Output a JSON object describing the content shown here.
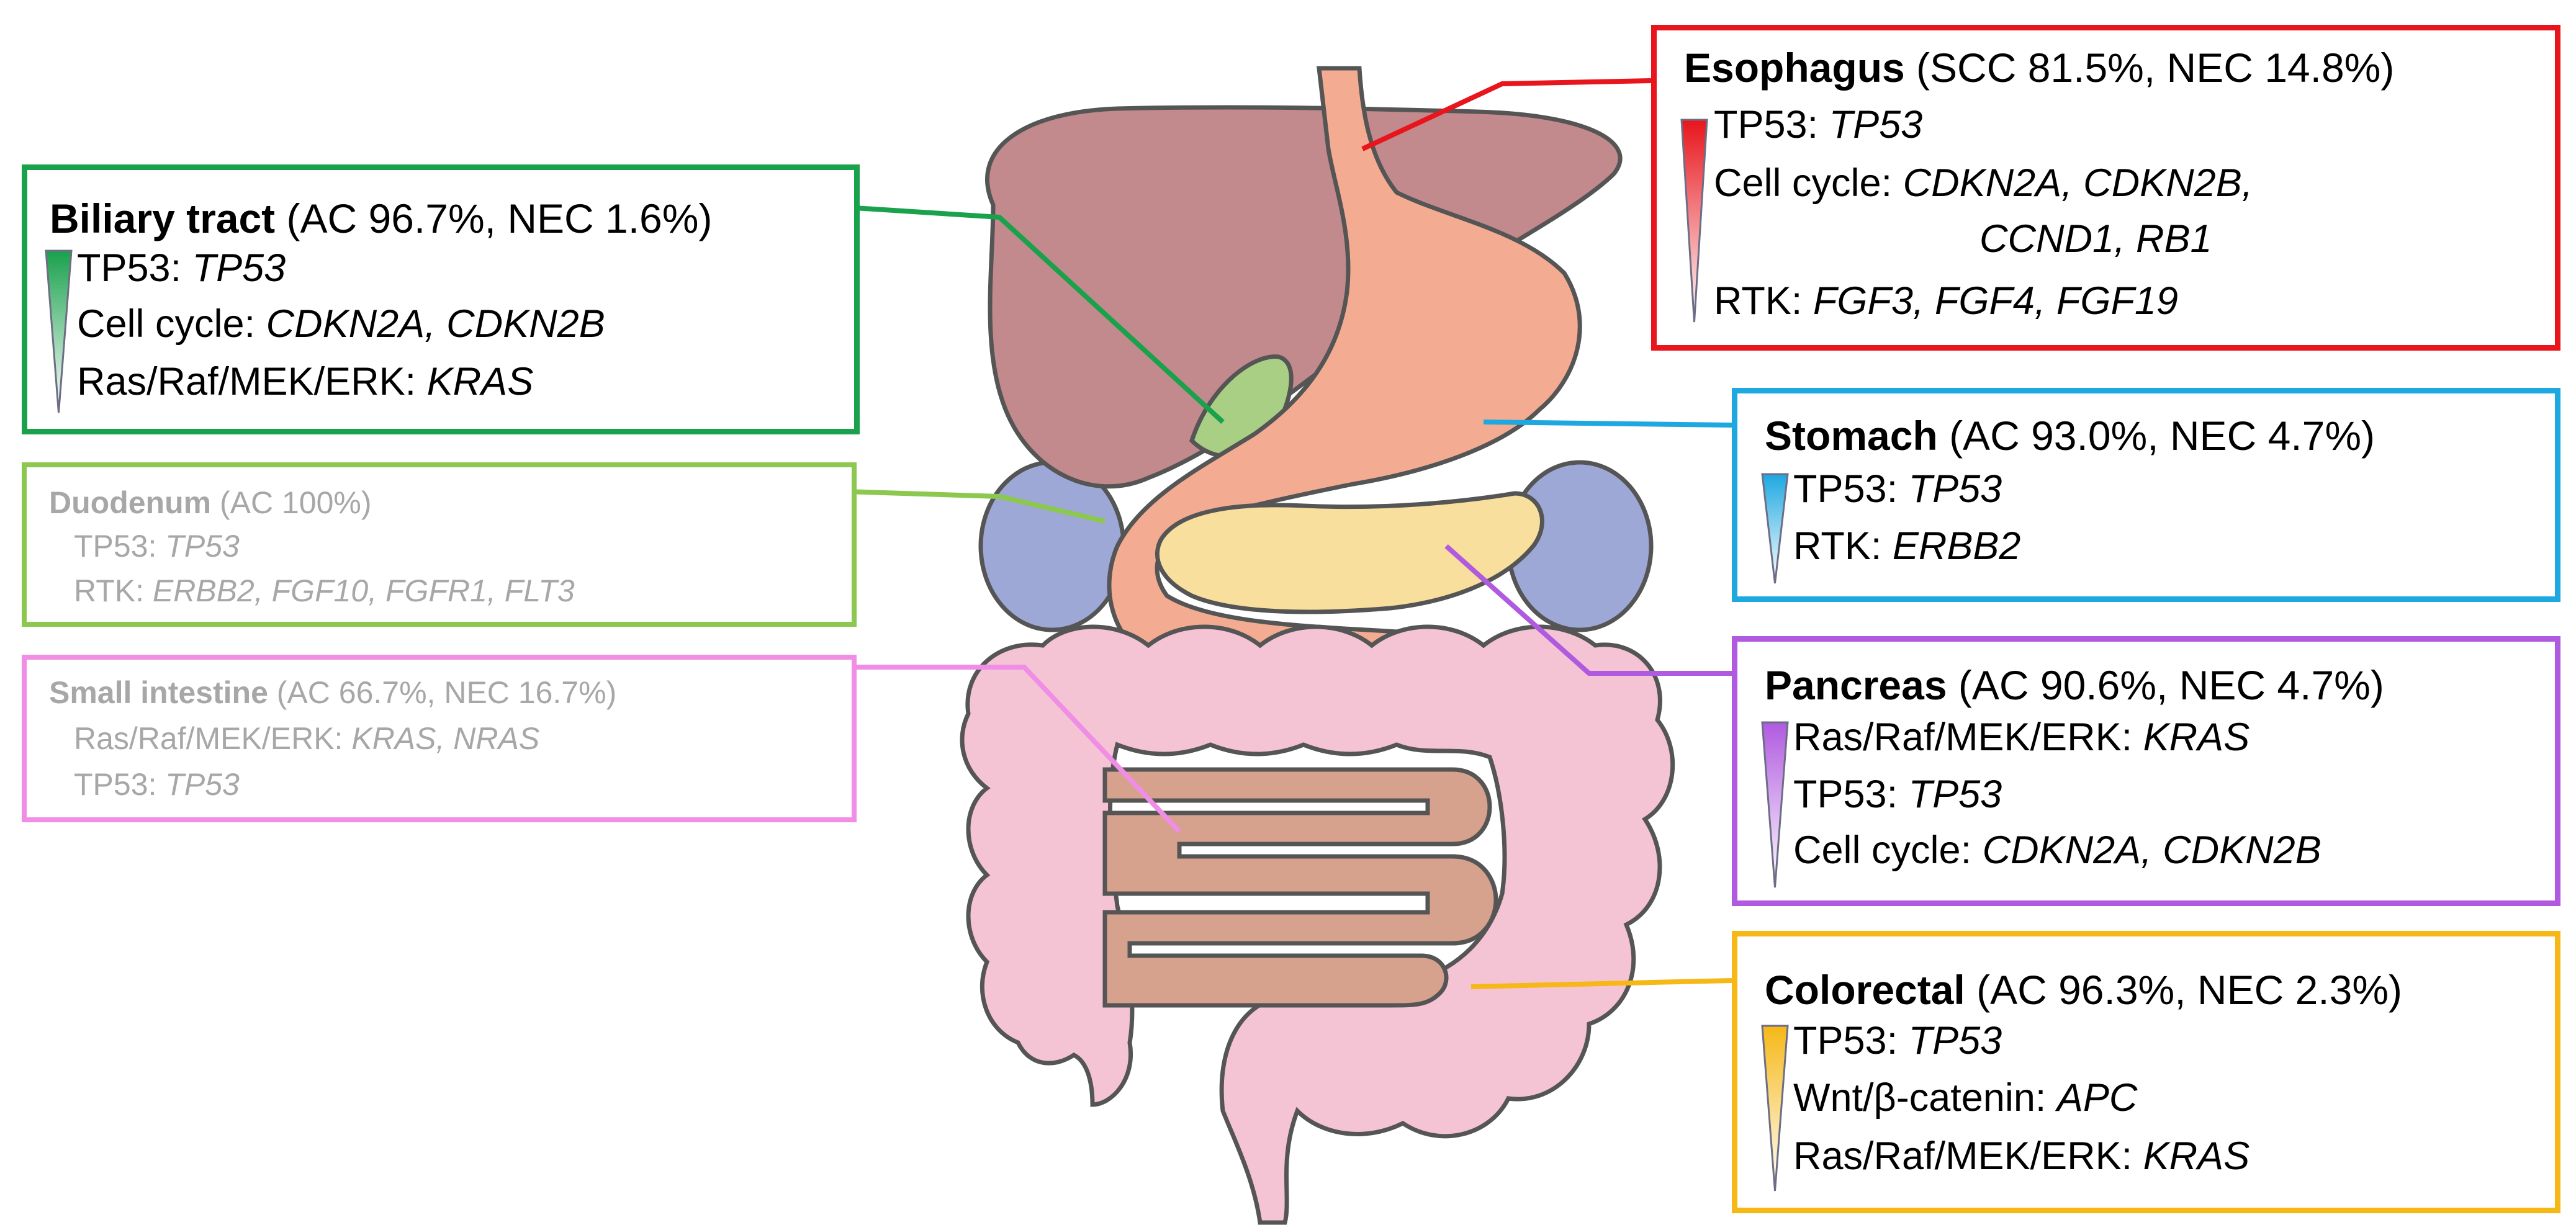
{
  "colors": {
    "esophagus": "#e8151c",
    "biliary": "#1aa14c",
    "duodenum": "#8cc84f",
    "small_intestine": "#f08ee6",
    "stomach": "#1ea8e0",
    "pancreas": "#b05ae0",
    "colorectal": "#f5b817",
    "liver": "#c28a8c",
    "stomach_organ": "#f3ac92",
    "gallbladder": "#a9cf85",
    "pancreas_organ": "#f9df9e",
    "kidney": "#9ea8d6",
    "colon": "#f4c4d4",
    "small_bowel": "#d6a18d",
    "outline": "#555555"
  },
  "boxes": {
    "esophagus": {
      "name": "Esophagus",
      "stats": " (SCC 81.5%, NEC 14.8%)",
      "rows": [
        {
          "label": "TP53: ",
          "genes": "TP53"
        },
        {
          "label": "Cell cycle: ",
          "genes": "CDKN2A, CDKN2B,"
        },
        {
          "label": "",
          "genes": "CCND1, RB1"
        },
        {
          "label": "RTK: ",
          "genes": "FGF3, FGF4, FGF19"
        }
      ]
    },
    "biliary": {
      "name": "Biliary tract",
      "stats": " (AC 96.7%, NEC 1.6%)",
      "rows": [
        {
          "label": "TP53: ",
          "genes": "TP53"
        },
        {
          "label": "Cell cycle: ",
          "genes": "CDKN2A, CDKN2B"
        },
        {
          "label": "Ras/Raf/MEK/ERK: ",
          "genes": "KRAS"
        }
      ]
    },
    "duodenum": {
      "name": "Duodenum",
      "stats": " (AC 100%)",
      "rows": [
        {
          "label": "TP53: ",
          "genes": "TP53"
        },
        {
          "label": "RTK: ",
          "genes": "ERBB2, FGF10, FGFR1, FLT3"
        }
      ]
    },
    "small_intestine": {
      "name": "Small intestine",
      "stats": " (AC 66.7%, NEC 16.7%)",
      "rows": [
        {
          "label": "Ras/Raf/MEK/ERK: ",
          "genes": "KRAS, NRAS"
        },
        {
          "label": "TP53: ",
          "genes": "TP53"
        }
      ]
    },
    "stomach": {
      "name": "Stomach",
      "stats": " (AC 93.0%, NEC 4.7%)",
      "rows": [
        {
          "label": "TP53: ",
          "genes": "TP53"
        },
        {
          "label": "RTK: ",
          "genes": "ERBB2"
        }
      ]
    },
    "pancreas": {
      "name": "Pancreas",
      "stats": " (AC 90.6%, NEC 4.7%)",
      "rows": [
        {
          "label": "Ras/Raf/MEK/ERK: ",
          "genes": "KRAS"
        },
        {
          "label": "TP53: ",
          "genes": "TP53"
        },
        {
          "label": "Cell cycle: ",
          "genes": "CDKN2A, CDKN2B"
        }
      ]
    },
    "colorectal": {
      "name": "Colorectal",
      "stats": " (AC 96.3%, NEC 2.3%)",
      "rows": [
        {
          "label": "TP53: ",
          "genes": "TP53"
        },
        {
          "label": "Wnt/β-catenin: ",
          "genes": "APC"
        },
        {
          "label": "Ras/Raf/MEK/ERK: ",
          "genes": "KRAS"
        }
      ]
    }
  }
}
